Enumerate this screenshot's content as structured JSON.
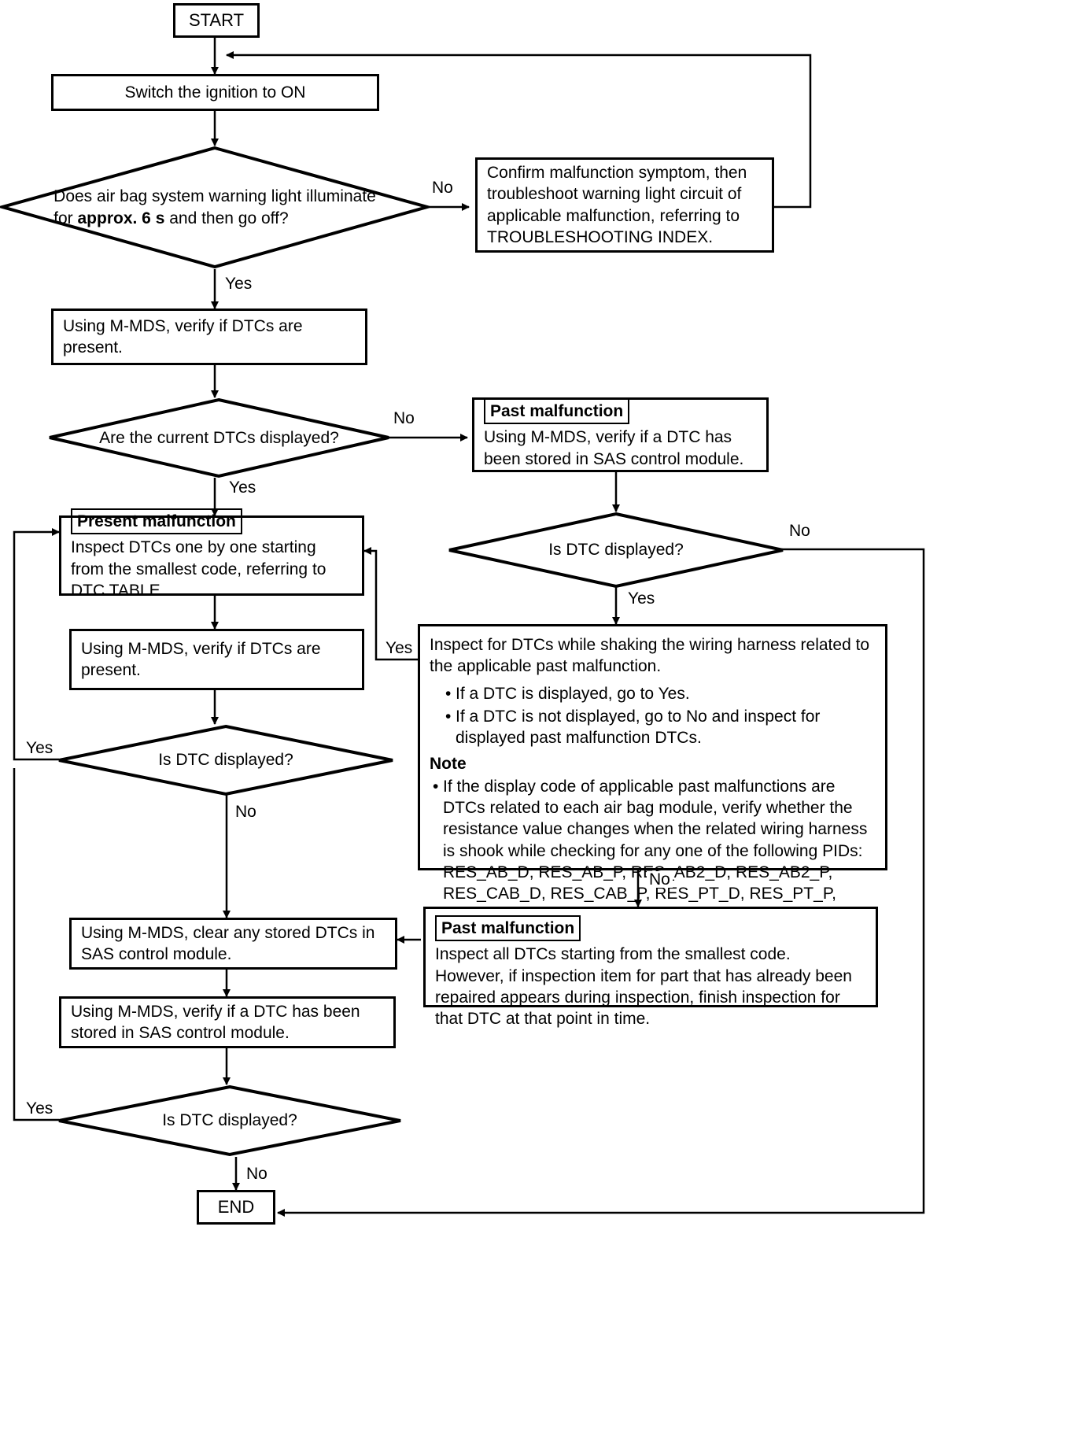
{
  "diagram": {
    "title": "Air bag system DTC troubleshooting flowchart",
    "type": "flowchart",
    "stroke_color": "#000000",
    "background_color": "#ffffff"
  },
  "terminals": {
    "start": "START",
    "end": "END"
  },
  "nodes": {
    "ignition": "Switch the ignition to ON",
    "warning_light_q_line1": "Does air bag system warning light illuminate",
    "warning_light_q_line2_pre": "for ",
    "warning_light_q_bold": "approx. 6 s",
    "warning_light_q_line2_post": " and then go off?",
    "confirm_symptom": "Confirm malfunction symptom, then troubleshoot warning light circuit of applicable malfunction, referring to TROUBLESHOOTING INDEX.",
    "verify_dtcs_present": "Using M-MDS, verify if DTCs are present.",
    "current_dtcs_q": "Are the current DTCs displayed?",
    "past_malfunction_tag_1": "Past malfunction",
    "past_malfunction_body_1": "Using M-MDS, verify if a DTC has been stored in SAS control module.",
    "is_dtc_displayed_right": "Is DTC displayed?",
    "present_malfunction_tag": "Present malfunction",
    "present_malfunction_body": "Inspect DTCs one by one starting from the smallest code, referring to DTC TABLE.",
    "verify_dtcs_present_2": "Using M-MDS, verify if DTCs are present.",
    "is_dtc_displayed_mid": "Is DTC displayed?",
    "shake_harness_intro": "Inspect for DTCs while shaking the wiring harness related to the applicable past malfunction.",
    "shake_bullets": [
      "If a DTC is displayed, go to Yes.",
      "If a DTC is not displayed, go to No and inspect for displayed past malfunction DTCs."
    ],
    "note_heading": "Note",
    "note_bullet": "If the display code of applicable past malfunctions are DTCs related to each air bag module, verify whether the resistance value changes when the related wiring harness is shook while checking for any one of the following PIDs: RES_AB_D, RES_AB_P, RES_AB2_D, RES_AB2_P, RES_CAB_D, RES_CAB_P, RES_PT_D, RES_PT_P, RES_SAB_D, or RES_SAB_P.",
    "past_malfunction_tag_2": "Past malfunction",
    "past_malfunction_body_2": "Inspect all DTCs starting from the smallest code.\nHowever, if inspection item for part that has already been repaired appears during inspection, finish inspection for that DTC at that point in time.",
    "clear_dtcs": "Using M-MDS, clear any stored DTCs in SAS control module.",
    "verify_stored_dtc": "Using M-MDS, verify if a DTC has been stored in SAS control module.",
    "is_dtc_displayed_bottom": "Is DTC displayed?"
  },
  "edge_labels": {
    "no_warning_light": "No",
    "yes_warning_light": "Yes",
    "no_current_dtcs": "No",
    "yes_current_dtcs": "Yes",
    "no_right_dtc": "No",
    "yes_right_dtc": "Yes",
    "yes_shake_back": "Yes",
    "yes_mid_dtc": "Yes",
    "no_mid_dtc": "No",
    "no_shake_down": "No",
    "yes_bottom_dtc": "Yes",
    "no_bottom_dtc": "No"
  }
}
